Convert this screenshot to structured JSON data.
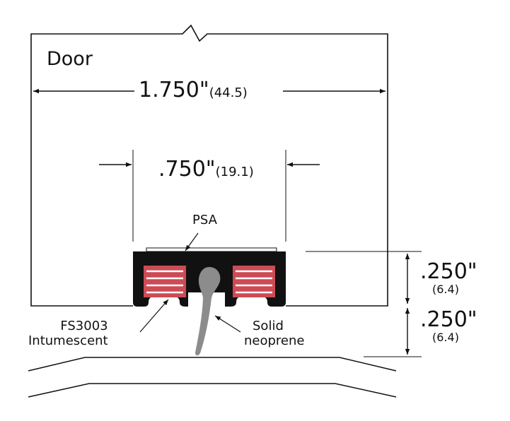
{
  "diagram": {
    "door_label": "Door",
    "overall_width": {
      "imperial": "1.750\"",
      "metric": "(44.5)"
    },
    "seal_width": {
      "imperial": ".750\"",
      "metric": "(19.1)"
    },
    "adhesive_label": "PSA",
    "seal_height": {
      "imperial": ".250\"",
      "metric": "(6.4)"
    },
    "gap_height": {
      "imperial": ".250\"",
      "metric": "(6.4)"
    },
    "intumescent_label": [
      "FS3003",
      "Intumescent"
    ],
    "neoprene_label": [
      "Solid",
      "neoprene"
    ],
    "colors": {
      "line": "#111111",
      "body": "#111111",
      "intumescent": "#cc4b55",
      "neoprene": "#8c8c8c"
    }
  }
}
